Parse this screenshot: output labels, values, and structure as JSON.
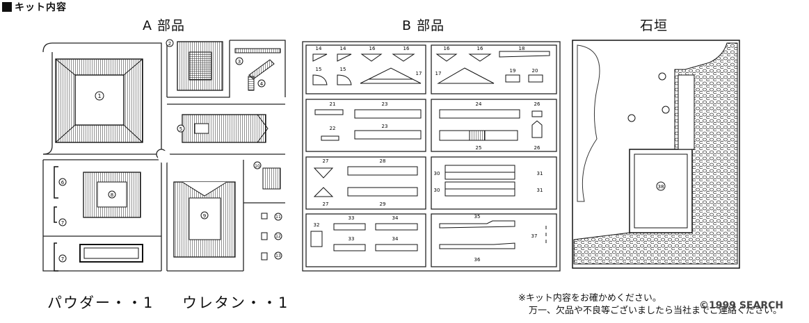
{
  "header": {
    "title": "キット内容"
  },
  "sections": [
    {
      "title": "A 部品"
    },
    {
      "title": "B 部品"
    },
    {
      "title": "石垣"
    }
  ],
  "part_numbers_a": [
    "①",
    "②",
    "③",
    "④",
    "⑤",
    "⑥",
    "⑦",
    "⑧",
    "⑨",
    "⑩",
    "⑪",
    "⑫",
    "⑬"
  ],
  "part_numbers_b": [
    "⑭",
    "⑮",
    "⑯",
    "⑰",
    "⑱",
    "⑲",
    "⑳",
    "㉑",
    "㉒",
    "㉓",
    "㉔",
    "㉕",
    "㉖",
    "㉗",
    "㉘",
    "㉙",
    "㉚",
    "㉛",
    "㉜",
    "㉝",
    "㉞",
    "㉟",
    "㊱",
    "㊲"
  ],
  "part_numbers_stone": [
    "㊳"
  ],
  "summary": {
    "powder": "パウダー・・1",
    "urethane": "ウレタン・・1"
  },
  "notes": {
    "line1": "※キット内容をお確かめください。",
    "line2": "万一、欠品や不良等ございましたら当社までご連絡ください。"
  },
  "watermark": "©1999 SEARCH"
}
